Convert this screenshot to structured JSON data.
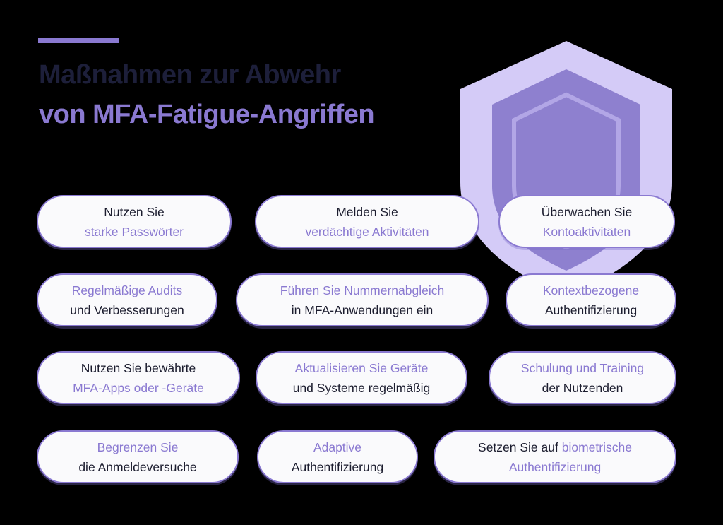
{
  "title": {
    "line1": "Maßnahmen zur Abwehr",
    "line2": "von MFA-Fatigue-Angriffen"
  },
  "colors": {
    "accent": "#8a79d1",
    "dark_text": "#1b1c2e",
    "pill_bg": "#fafafc",
    "shield_outer": "#d4cbf7",
    "shield_inner": "#8e80cf",
    "background": "#000000"
  },
  "shield_icon": "shield-icon",
  "measures": [
    {
      "line1": "Nutzen Sie",
      "line2": "starke Passwörter",
      "style": "dark-light"
    },
    {
      "line1": "Melden Sie",
      "line2": "verdächtige Aktivitäten",
      "style": "dark-light"
    },
    {
      "line1": "Überwachen Sie",
      "line2": "Kontoaktivitäten",
      "style": "dark-light"
    },
    {
      "line1": "Regelmäßige Audits",
      "line2": "und Verbesserungen",
      "style": "light-dark"
    },
    {
      "line1": "Führen Sie Nummernabgleich",
      "line2": "in MFA-Anwendungen ein",
      "style": "light-dark"
    },
    {
      "line1": "Kontextbezogene",
      "line2": "Authentifizierung",
      "style": "light-dark"
    },
    {
      "line1": "Nutzen Sie bewährte",
      "line2": "MFA-Apps oder -Geräte",
      "style": "dark-light"
    },
    {
      "line1": "Aktualisieren Sie Geräte",
      "line2": "und Systeme regelmäßig",
      "style": "light-dark"
    },
    {
      "line1": "Schulung und Training",
      "line2": "der Nutzenden",
      "style": "light-dark"
    },
    {
      "line1": "Begrenzen Sie",
      "line2": "die Anmeldeversuche",
      "style": "light-dark"
    },
    {
      "line1": "Adaptive",
      "line2": "Authentifizierung",
      "style": "light-dark"
    },
    {
      "line1a": "Setzen Sie auf ",
      "line1b": "biometrische",
      "line2": "Authentifizierung",
      "style": "mixed"
    }
  ]
}
